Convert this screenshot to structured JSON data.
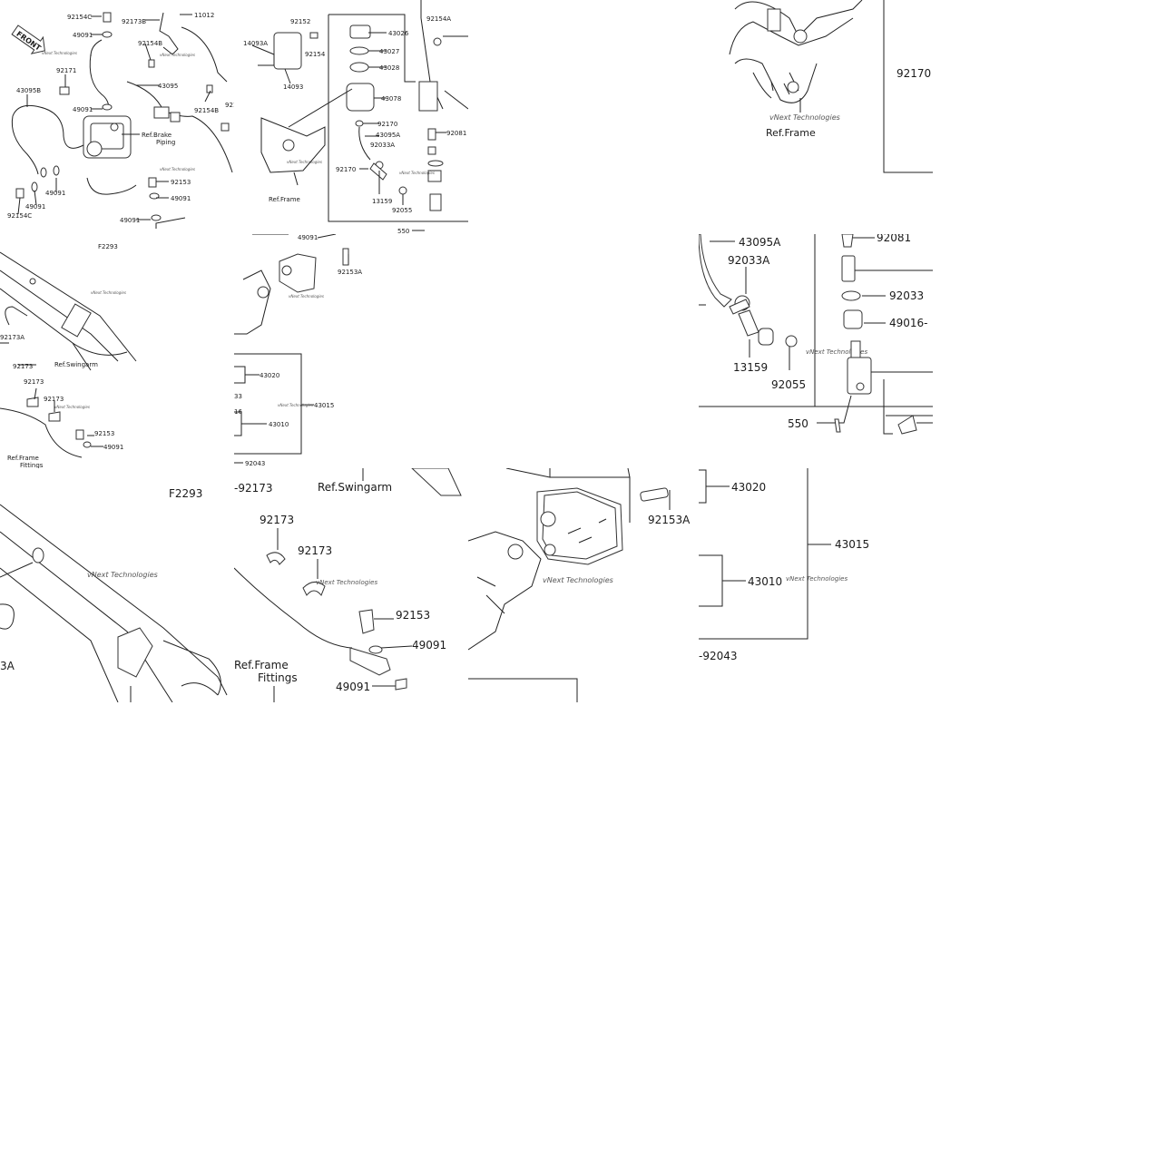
{
  "diagram": {
    "ref_frame": "Ref.Frame",
    "ref_frame_fittings": [
      "Ref.Frame",
      "Fittings"
    ],
    "ref_swingarm": "Ref.Swingarm",
    "ref_brake_piping": [
      "Ref.Brake",
      "Piping"
    ],
    "front": "FRONT",
    "figure_code": "F2293",
    "watermark": "vNext Technologies",
    "parts": {
      "p92154C": "92154C",
      "p49091": "49091",
      "p92173B": "92173B",
      "p11012": "11012",
      "p92154B": "92154B",
      "p92171": "92171",
      "p43095B": "43095B",
      "p43095": "43095",
      "p92153": "92153",
      "p92152": "92152",
      "p92154": "92154",
      "p14093A": "14093A",
      "p14093": "14093",
      "p43026": "43026",
      "p43027": "43027",
      "p43028": "43028",
      "p43078": "43078",
      "p92170": "92170",
      "p43095A": "43095A",
      "p92033A": "92033A",
      "p13159": "13159",
      "p92055": "92055",
      "p92154A": "92154A",
      "p92081": "92081",
      "p92033": "92033",
      "p49016": "49016",
      "p550": "550",
      "p92153A": "92153A",
      "p43020": "43020",
      "p43015": "43015",
      "p43010": "43010",
      "p92043": "92043",
      "p92173": "92173",
      "p92173A": "92173A",
      "p33": "33",
      "p16": "16",
      "p_92173": "-92173",
      "p_92043": "-92043",
      "p3A": "3A",
      "p43095A_d": "43095A",
      "p49016_d": "49016-",
      "p92170_d": "92170"
    }
  }
}
